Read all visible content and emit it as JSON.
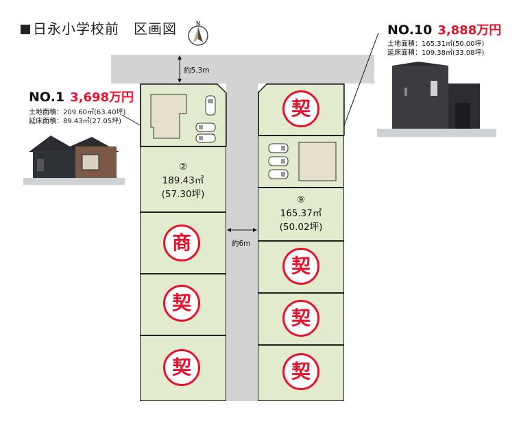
{
  "title": "日永小学校前　区画図",
  "compass": {
    "label": "N"
  },
  "roads": {
    "north_width": "約5.3m",
    "center_width": "約6m"
  },
  "house_left": {
    "number": "NO.1",
    "price": "3,698万円",
    "land_area": "土地面積：209.60㎡(63.40坪)",
    "floor_area": "延床面積：89.43㎡(27.05坪)"
  },
  "house_right": {
    "number": "NO.10",
    "price": "3,888万円",
    "land_area": "土地面積：165.31㎡(50.00坪)",
    "floor_area": "延床面積：109.38㎡(33.08坪)"
  },
  "lots": {
    "lot2": {
      "number": "②",
      "area_m2": "189.43㎡",
      "area_tsubo": "(57.30坪)"
    },
    "lot9": {
      "number": "⑨",
      "area_m2": "165.37㎡",
      "area_tsubo": "(50.02坪)"
    }
  },
  "stamps": {
    "contracted": "契",
    "commercial": "商"
  },
  "colors": {
    "lot_fill": "#e3ebcf",
    "road": "#d3d3d3",
    "stamp_red": "#e8102a"
  }
}
